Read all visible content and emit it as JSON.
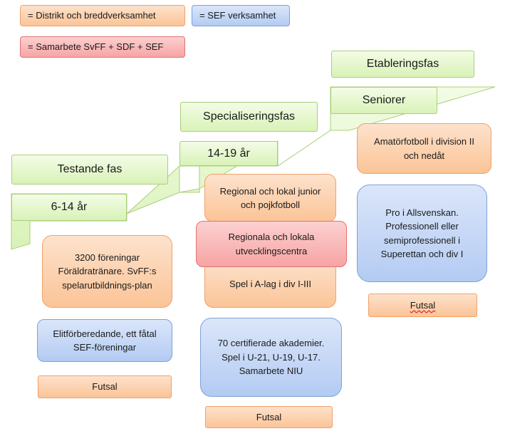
{
  "legend": {
    "district": "= Distrikt och breddverksamhet",
    "sef": "= SEF verksamhet",
    "collab": "= Samarbete SvFF + SDF + SEF"
  },
  "phases": {
    "testande": "Testande fas",
    "specialisering": "Specialiseringsfas",
    "etablering": "Etableringsfas"
  },
  "steps": {
    "age_6_14": "6-14 år",
    "age_14_19": "14-19 år",
    "seniorer": "Seniorer"
  },
  "col1": {
    "foreningar": "3200 föreningar Föräldratränare. SvFF:s spelarutbildnings-plan",
    "elit": "Elitförberedande, ett fåtal SEF-föreningar",
    "futsal": "Futsal"
  },
  "col2": {
    "regional_junior": "Regional och lokal junior och pojkfotboll",
    "utvecklingscentra": "Regionala och lokala utvecklingscentra",
    "spel_a_lag": "Spel i A-lag i div I-III",
    "akademier": "70 certifierade akademier. Spel i U-21, U-19, U-17. Samarbete NIU",
    "futsal": "Futsal"
  },
  "col3": {
    "amator": "Amatörfotboll i division II och nedåt",
    "pro": "Pro i Allsvenskan. Professionell eller semiprofessionell i Superettan och div I",
    "futsal": "Futsal"
  },
  "colors": {
    "district": "#fbc497",
    "sef": "#b3cbf2",
    "collab": "#f7a4a4",
    "phase": "#d9f2b8"
  }
}
